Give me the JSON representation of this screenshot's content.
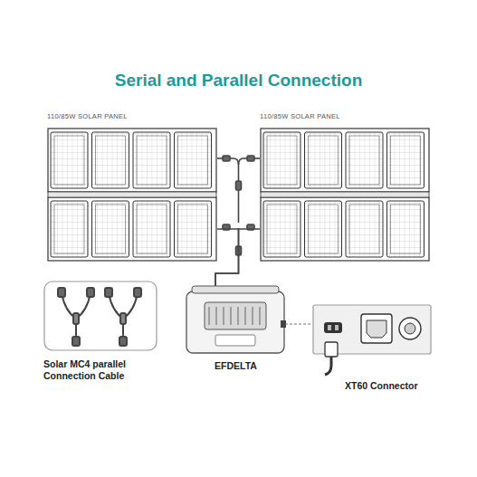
{
  "diagram": {
    "title": "Serial and Parallel Connection",
    "nodes": [
      {
        "text": [
          "110/85W SOLAR PANEL"
        ]
      },
      {
        "text": [
          "110/85W SOLAR PANEL"
        ]
      },
      {
        "text": [
          "Solar MC4 parallel Connection Cable"
        ]
      },
      {
        "text": [
          "EFDELTA"
        ]
      },
      {
        "text": [
          "XT60 Connector"
        ]
      }
    ],
    "edges": [
      {
        "from": 0,
        "to": 3,
        "arrow": "none"
      },
      {
        "from": 1,
        "to": 3,
        "arrow": "none"
      },
      {
        "from": 3,
        "to": 4,
        "arrow": "none"
      }
    ]
  }
}
